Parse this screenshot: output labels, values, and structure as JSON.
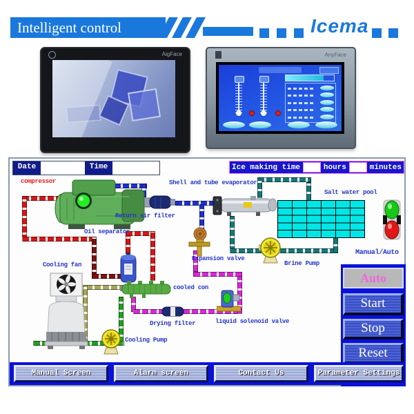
{
  "banner": {
    "title": "Intelligent control",
    "brand": "Icema"
  },
  "photos": {
    "left_brand_text": "AigFace",
    "right_brand_text": "AnyFace"
  },
  "scada": {
    "datetime_bar": {
      "date_label": "Date",
      "date_value": "",
      "time_label": "Time",
      "time_value": ""
    },
    "ice_timer_bar": {
      "label": "Ice making time",
      "hours_value": "",
      "hours_unit": "hours",
      "minutes_value": "",
      "minutes_unit": "minutes"
    },
    "equipment_labels": {
      "compressor": "compressor",
      "shell_tube_evaporator": "Shell and tube evaporator",
      "salt_water_pool": "Salt water pool",
      "return_air_filter": "Return air filter",
      "oil_separator": "Oil separator",
      "expansion_valve": "Expansion valve",
      "brine_pump": "Brine Pump",
      "manual_auto": "Manual/Auto",
      "cooling_fan": "Cooling fan",
      "cooled_condenser": "cooled con",
      "drying_filter": "Drying filter",
      "liquid_solenoid_valve": "liquid solenoid valve",
      "cooling_pump": "Cooling Pump"
    },
    "control_buttons": {
      "auto": "Auto",
      "start": "Start",
      "stop": "Stop",
      "reset": "Reset"
    },
    "nav_buttons": [
      {
        "label": "Manual Screen"
      },
      {
        "label": "Alarm screen"
      },
      {
        "label": "Contact Us"
      },
      {
        "label": "Parameter Settings"
      }
    ]
  },
  "colors": {
    "banner_blue": "#1a78dc",
    "label_blue": "#2233cc",
    "label_red": "#e02020",
    "timer_bar_blue": "#1616cc",
    "nav_bar_blue": "#0a12d8",
    "pool_cyan": "#00e6e6",
    "auto_text_magenta": "#ee66dd",
    "indicator_green": "#18c818",
    "indicator_red": "#e01818"
  }
}
